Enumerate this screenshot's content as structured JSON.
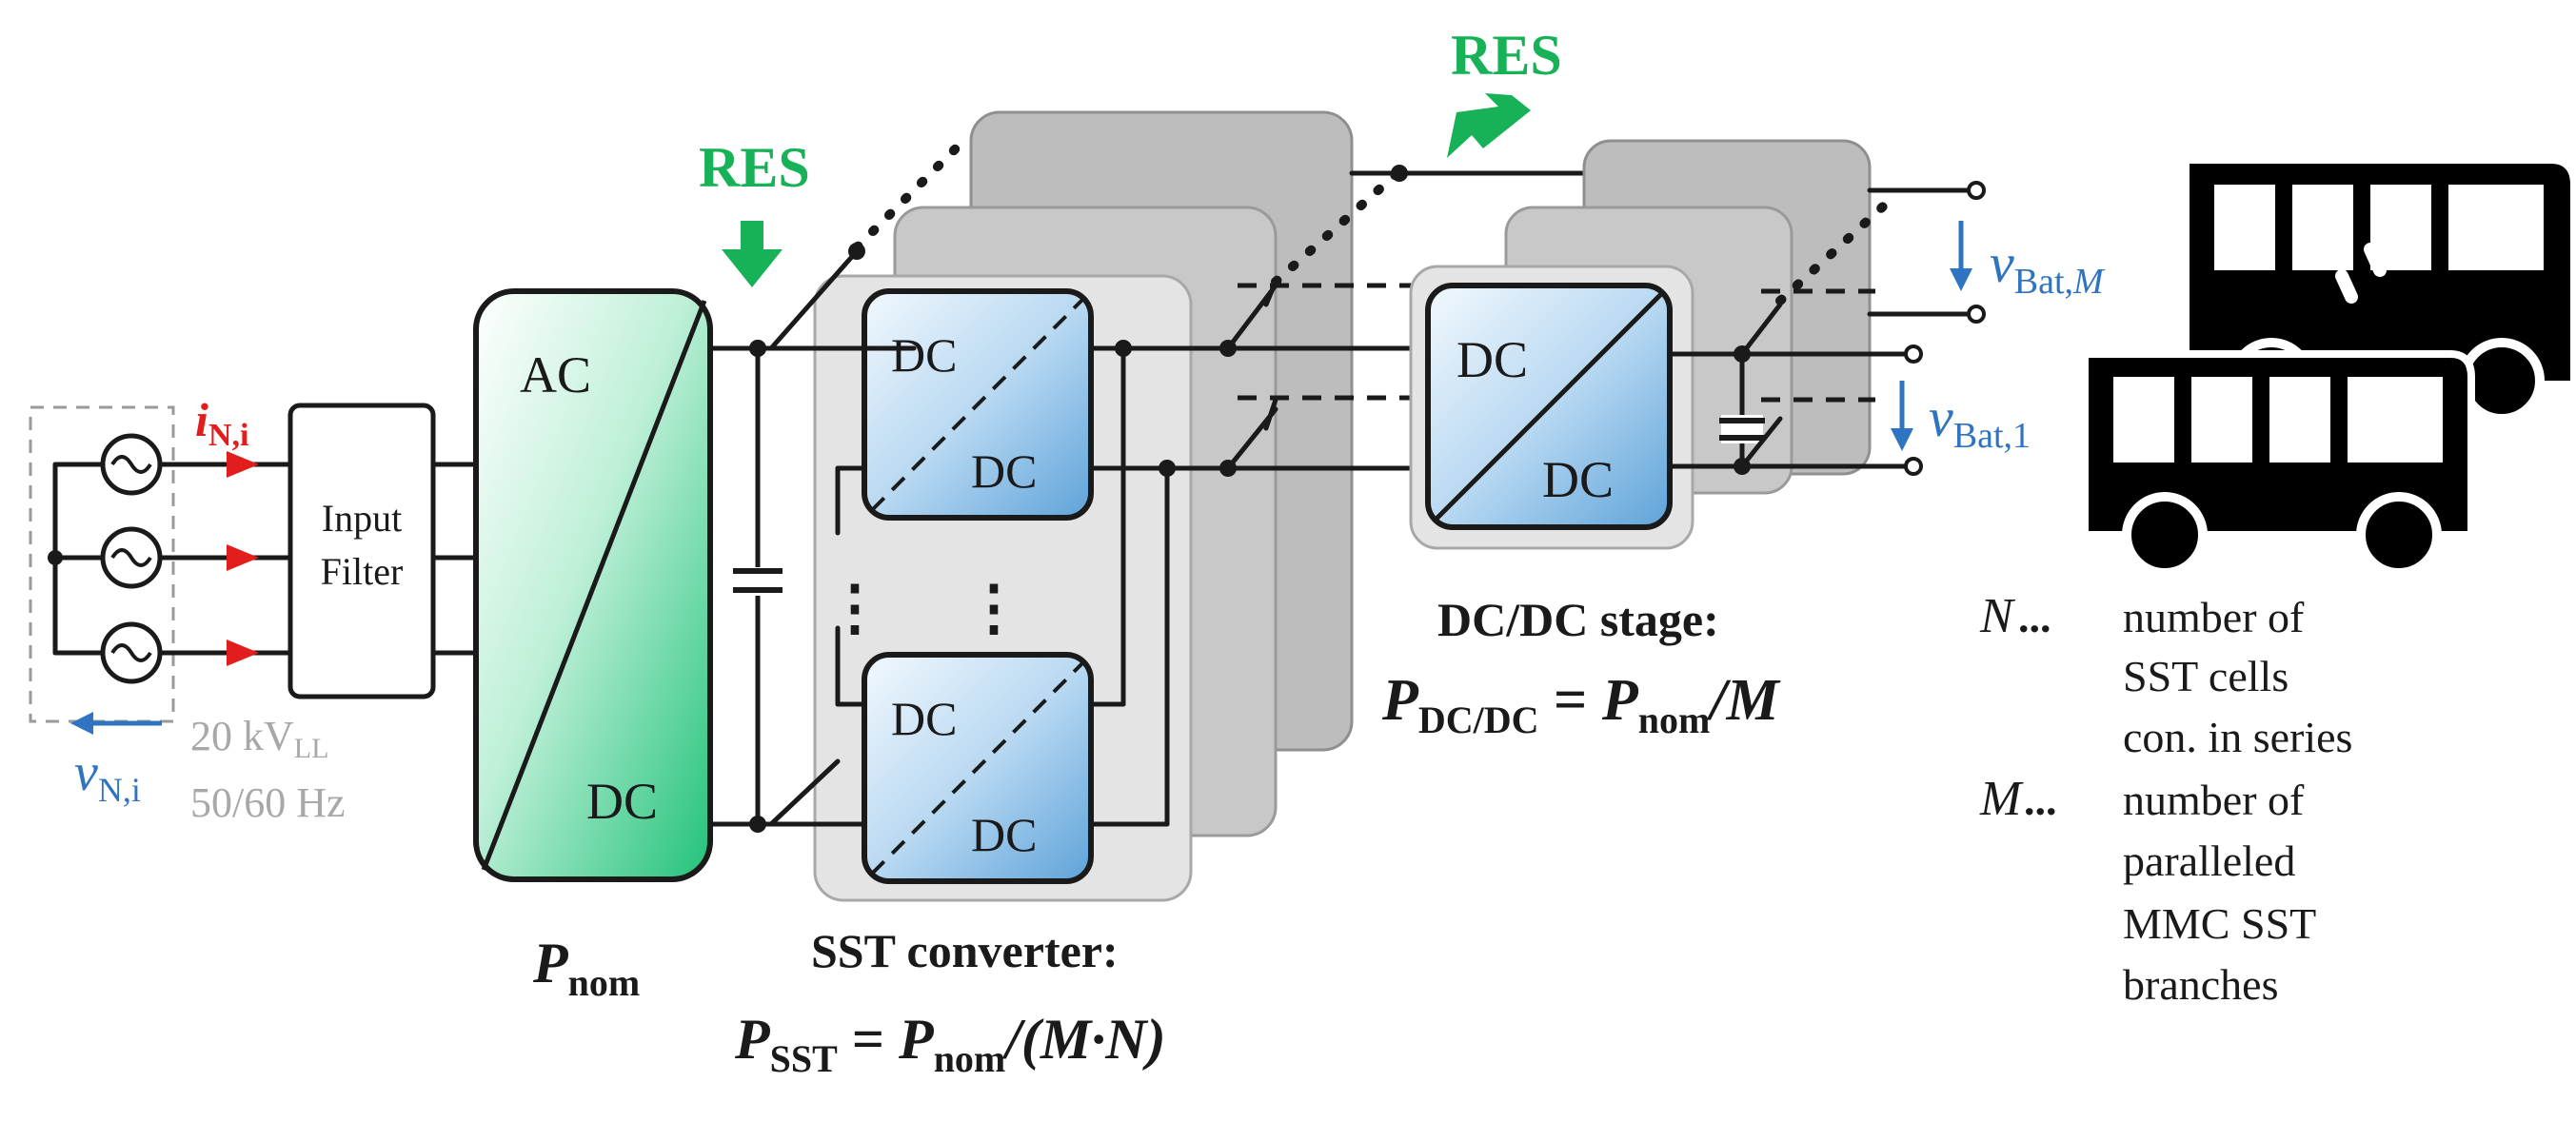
{
  "colors": {
    "red": "#e21d1d",
    "blue": "#2f74c0",
    "green": "#17b257",
    "gray_text": "#a8a8a8",
    "converter_green": "#2ecf8a",
    "dc_blue": "#5fa3d8"
  },
  "labels": {
    "res_left": "RES",
    "res_right": "RES",
    "i_symbol": "i",
    "i_sub": "N,i",
    "v_symbol": "v",
    "v_sub": "N,i",
    "grid_voltage_main": "20 kV",
    "grid_voltage_sub": "LL",
    "grid_freq": "50/60 Hz",
    "input_filter_line1": "Input",
    "input_filter_line2": "Filter",
    "ac": "AC",
    "dc": "DC",
    "dc_top_a": "DC",
    "dc_top_b": "DC",
    "dc_bot_a": "DC",
    "dc_bot_b": "DC",
    "dc_stage_a": "DC",
    "dc_stage_b": "DC",
    "p_nom_main": "P",
    "p_nom_sub": "nom",
    "sst_title": "SST converter:",
    "sst_formula_p": "P",
    "sst_formula_sub": "SST",
    "sst_formula_eq": " = ",
    "sst_formula_p2": "P",
    "sst_formula_sub2": "nom",
    "sst_formula_rest": "/(M·N)",
    "dcdc_title": "DC/DC stage:",
    "dcdc_formula_p": "P",
    "dcdc_formula_sub": "DC/DC",
    "dcdc_formula_eq": " = ",
    "dcdc_formula_p2": "P",
    "dcdc_formula_sub2": "nom",
    "dcdc_formula_rest": "/M",
    "vbat_m_sym": "v",
    "vbat_m_sub": "Bat,",
    "vbat_m_idx": "M",
    "vbat_1_sym": "v",
    "vbat_1_sub": "Bat,1",
    "dots_vertical": "⋮",
    "legend_n_sym": "N",
    "legend_n_dots": "...",
    "legend_n_line1": "number of",
    "legend_n_line2": "SST cells",
    "legend_n_line3": "con. in series",
    "legend_m_sym": "M",
    "legend_m_dots": "...",
    "legend_m_line1": "number of",
    "legend_m_line2": "paralleled",
    "legend_m_line3": "MMC SST",
    "legend_m_line4": "branches"
  },
  "icons": [
    "ac-source-icon",
    "bus-icon",
    "res-arrow-icon",
    "capacitor-icon",
    "switch-icon"
  ]
}
